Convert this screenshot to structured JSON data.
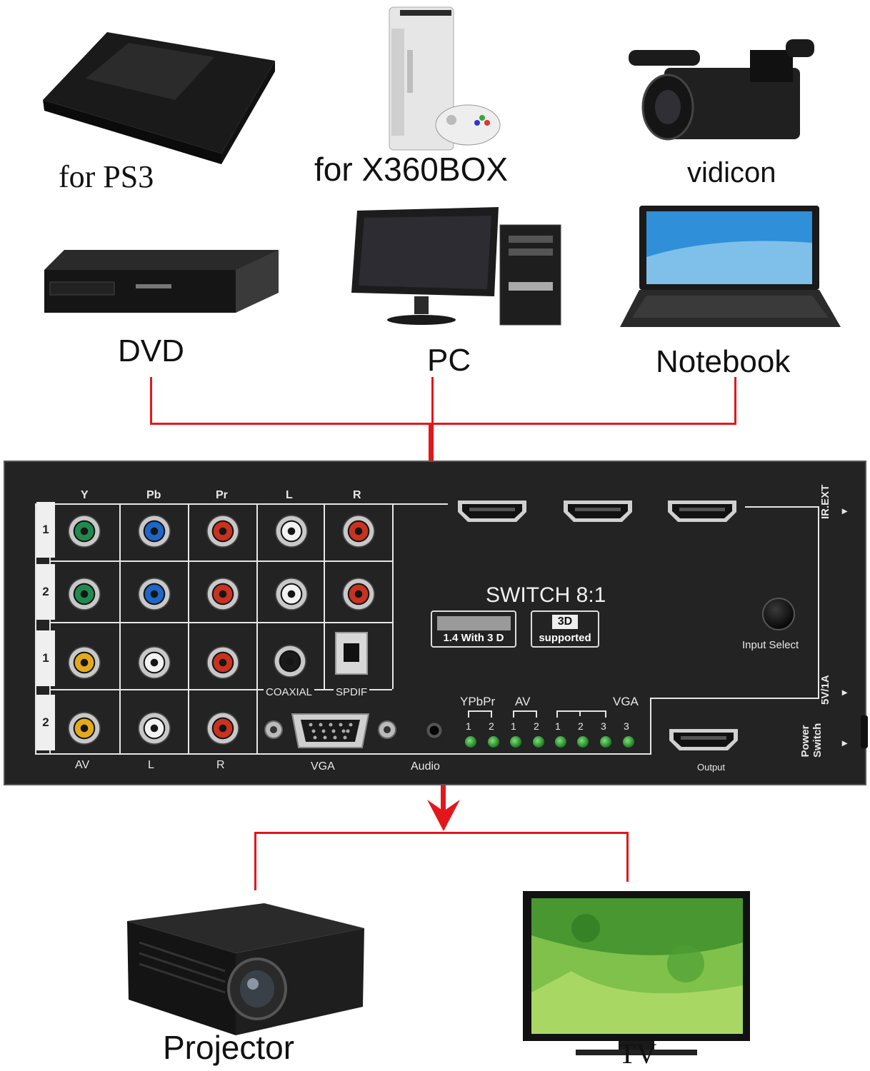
{
  "inputs": {
    "row1": [
      "for PS3",
      "for X360BOX",
      "vidicon"
    ],
    "row2": [
      "DVD",
      "PC",
      "Notebook"
    ]
  },
  "outputs": [
    "Projector",
    "TV"
  ],
  "colors": {
    "connector_line": "#e3171b",
    "panel": "#232323",
    "led": "#2fa33a"
  },
  "panel": {
    "component_headers": [
      "Y",
      "Pb",
      "Pr",
      "L",
      "R"
    ],
    "bottom_headers": [
      "AV",
      "L",
      "R",
      "VGA",
      "Audio"
    ],
    "row_numbers": [
      "1",
      "2",
      "1",
      "2"
    ],
    "coaxial_label": "COAXIAL",
    "spdif_label": "SPDIF",
    "title": "SWITCH 8:1",
    "badge_hdmi": "1.4 With 3 D",
    "badge_3d_top": "3D",
    "badge_3d_bottom": "supported",
    "input_select": "Input Select",
    "ir_ext": "IR.EXT",
    "power_rating": "5V/1A",
    "power_switch": "Power Switch",
    "output": "Output",
    "led_groups": [
      "YPbPr",
      "AV",
      "VGA"
    ],
    "led_numbers": [
      "1",
      "2",
      "1",
      "2",
      "1",
      "2",
      "3",
      "3"
    ]
  }
}
